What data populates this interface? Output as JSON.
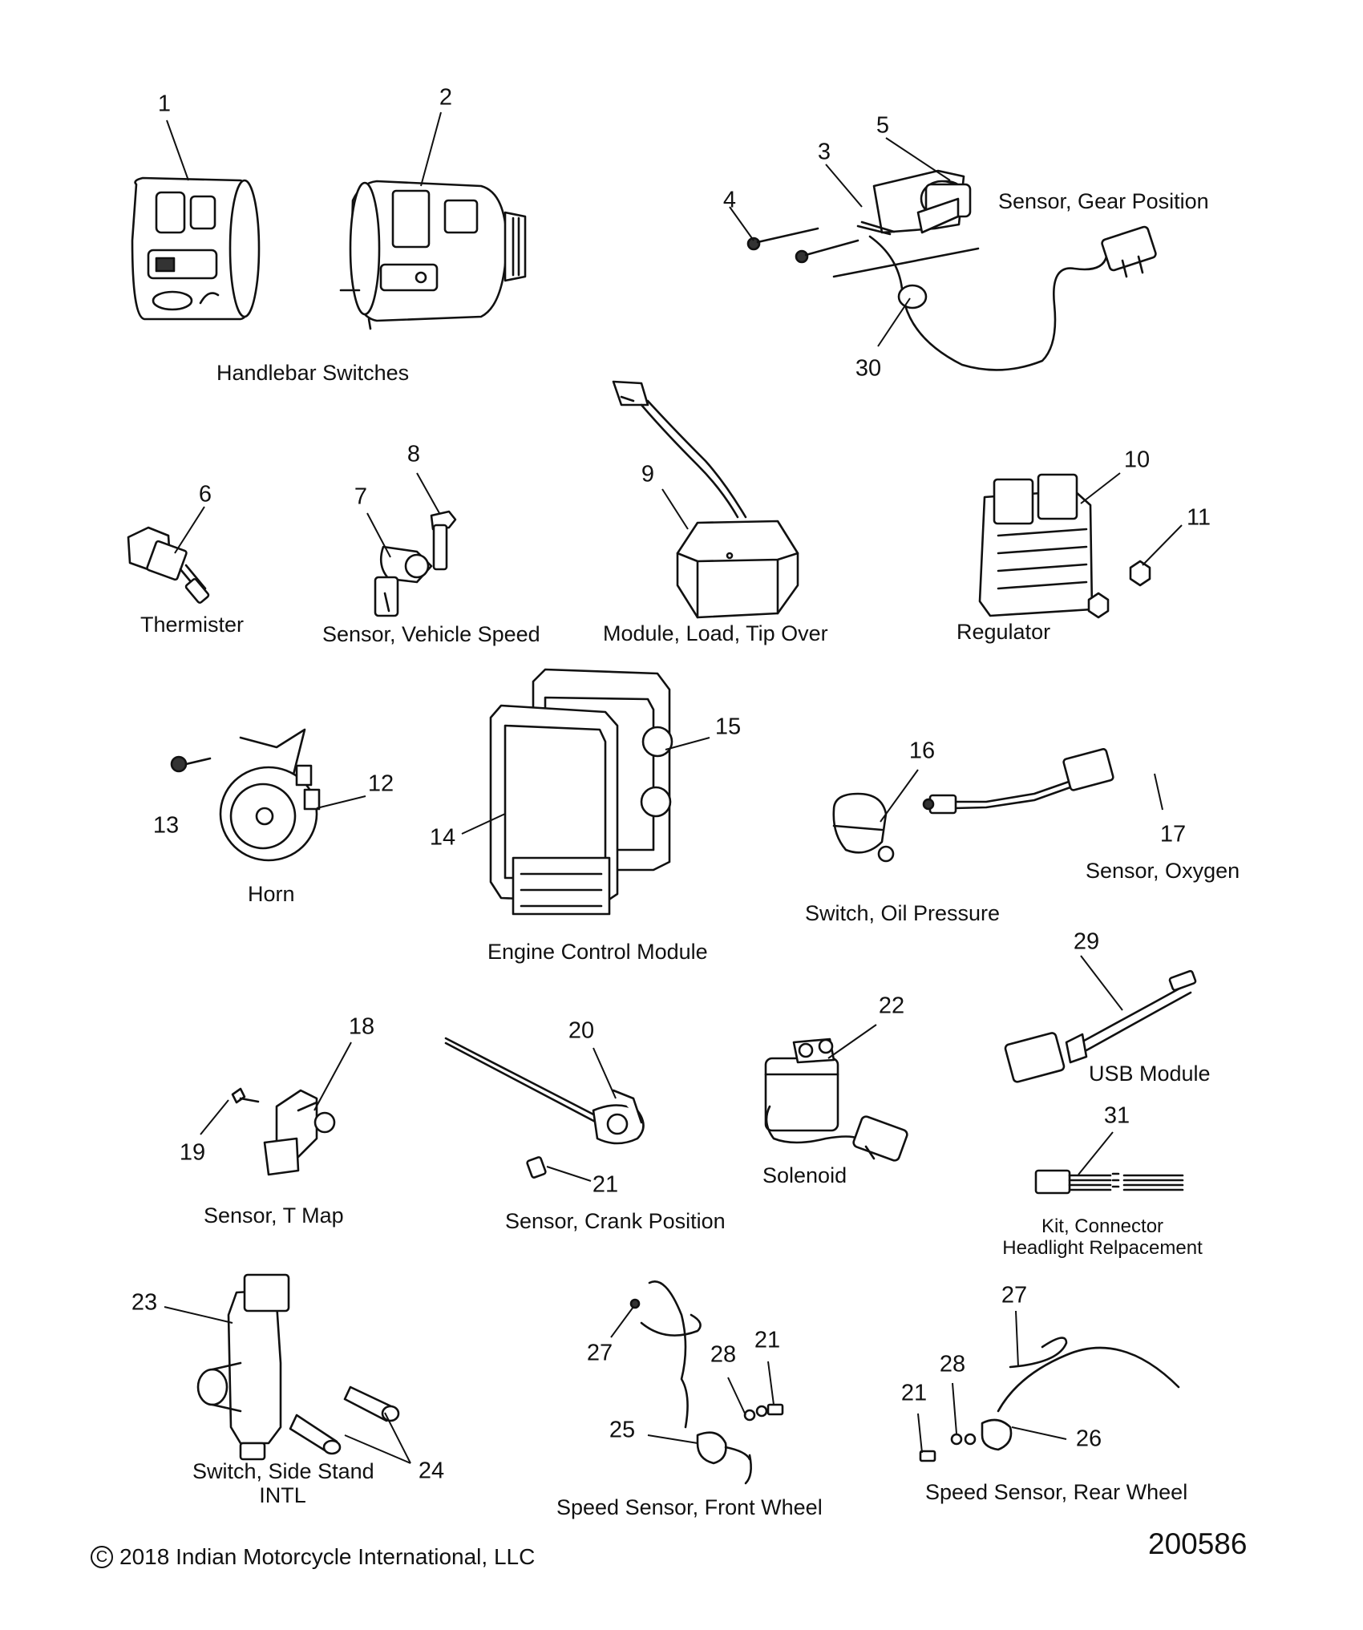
{
  "groups": [
    {
      "id": "handlebar",
      "label": "Handlebar Switches"
    },
    {
      "id": "gear",
      "label": "Sensor, Gear Position"
    },
    {
      "id": "thermister",
      "label": "Thermister"
    },
    {
      "id": "vspeed",
      "label": "Sensor, Vehicle Speed"
    },
    {
      "id": "tipover",
      "label": "Module, Load, Tip Over"
    },
    {
      "id": "regulator",
      "label": "Regulator"
    },
    {
      "id": "horn",
      "label": "Horn"
    },
    {
      "id": "ecm",
      "label": "Engine Control Module"
    },
    {
      "id": "oilp",
      "label": "Switch, Oil Pressure"
    },
    {
      "id": "oxygen",
      "label": "Sensor, Oxygen"
    },
    {
      "id": "usb",
      "label": "USB Module"
    },
    {
      "id": "tmap",
      "label": "Sensor, T Map"
    },
    {
      "id": "crank",
      "label": "Sensor, Crank Position"
    },
    {
      "id": "solenoid",
      "label": "Solenoid"
    },
    {
      "id": "kit",
      "label": "Kit, Connector",
      "label2": "Headlight Relpacement"
    },
    {
      "id": "sidestand",
      "label": "Switch, Side Stand",
      "label2": "INTL"
    },
    {
      "id": "front",
      "label": "Speed Sensor, Front Wheel"
    },
    {
      "id": "rear",
      "label": "Speed Sensor, Rear Wheel"
    }
  ],
  "callouts": [
    "1",
    "2",
    "3",
    "4",
    "5",
    "30",
    "6",
    "7",
    "8",
    "9",
    "10",
    "11",
    "12",
    "13",
    "14",
    "15",
    "16",
    "17",
    "18",
    "19",
    "20",
    "21",
    "22",
    "29",
    "31",
    "23",
    "24",
    "27",
    "28",
    "21",
    "25",
    "27",
    "28",
    "21",
    "26"
  ],
  "footer": {
    "copyright_symbol": "C",
    "copyright": "2018 Indian Motorcycle International, LLC",
    "diagram_id": "200586"
  }
}
